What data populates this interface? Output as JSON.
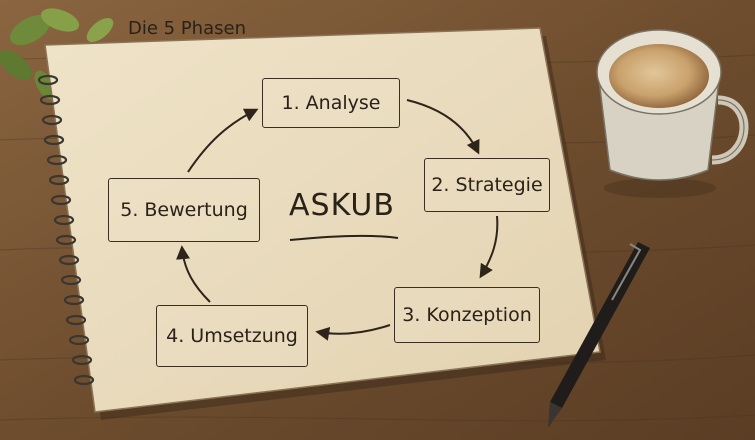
{
  "caption": "Die 5 Phasen",
  "center_label": "ASKUB",
  "phases": [
    {
      "label": "1. Analyse"
    },
    {
      "label": "2. Strategie"
    },
    {
      "label": "3. Konzeption"
    },
    {
      "label": "4. Umsetzung"
    },
    {
      "label": "5. Bewertung"
    }
  ]
}
